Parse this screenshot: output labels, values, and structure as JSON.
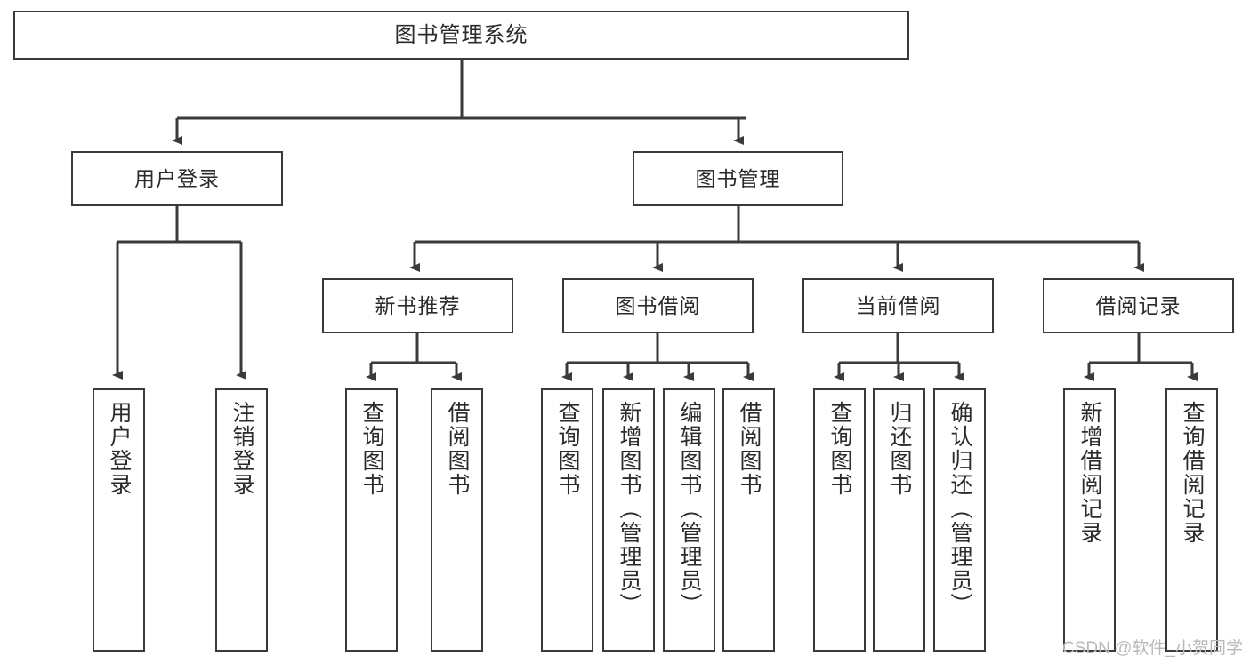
{
  "diagram": {
    "title": "图书管理系统",
    "type": "hierarchy-tree",
    "root": {
      "label": "图书管理系统"
    },
    "level2": [
      {
        "label": "用户登录"
      },
      {
        "label": "图书管理"
      }
    ],
    "level3": [
      {
        "label": "新书推荐"
      },
      {
        "label": "图书借阅"
      },
      {
        "label": "当前借阅"
      },
      {
        "label": "借阅记录"
      }
    ],
    "leaves": {
      "user_login": [
        {
          "label": "用户登录"
        },
        {
          "label": "注销登录"
        }
      ],
      "new_book_recommend": [
        {
          "label": "查询图书"
        },
        {
          "label": "借阅图书"
        }
      ],
      "book_borrow": [
        {
          "label": "查询图书"
        },
        {
          "label": "新增图书（管理员）"
        },
        {
          "label": "编辑图书（管理员）"
        },
        {
          "label": "借阅图书"
        }
      ],
      "current_borrow": [
        {
          "label": "查询图书"
        },
        {
          "label": "归还图书"
        },
        {
          "label": "确认归还（管理员）"
        }
      ],
      "borrow_records": [
        {
          "label": "新增借阅记录"
        },
        {
          "label": "查询借阅记录"
        }
      ]
    }
  },
  "watermark": {
    "text": "CSDN @软件_小贺同学"
  },
  "colors": {
    "border": "#3a3a3a",
    "text": "#2b2b2b",
    "background": "#ffffff",
    "watermark": "#b9b9b9"
  }
}
